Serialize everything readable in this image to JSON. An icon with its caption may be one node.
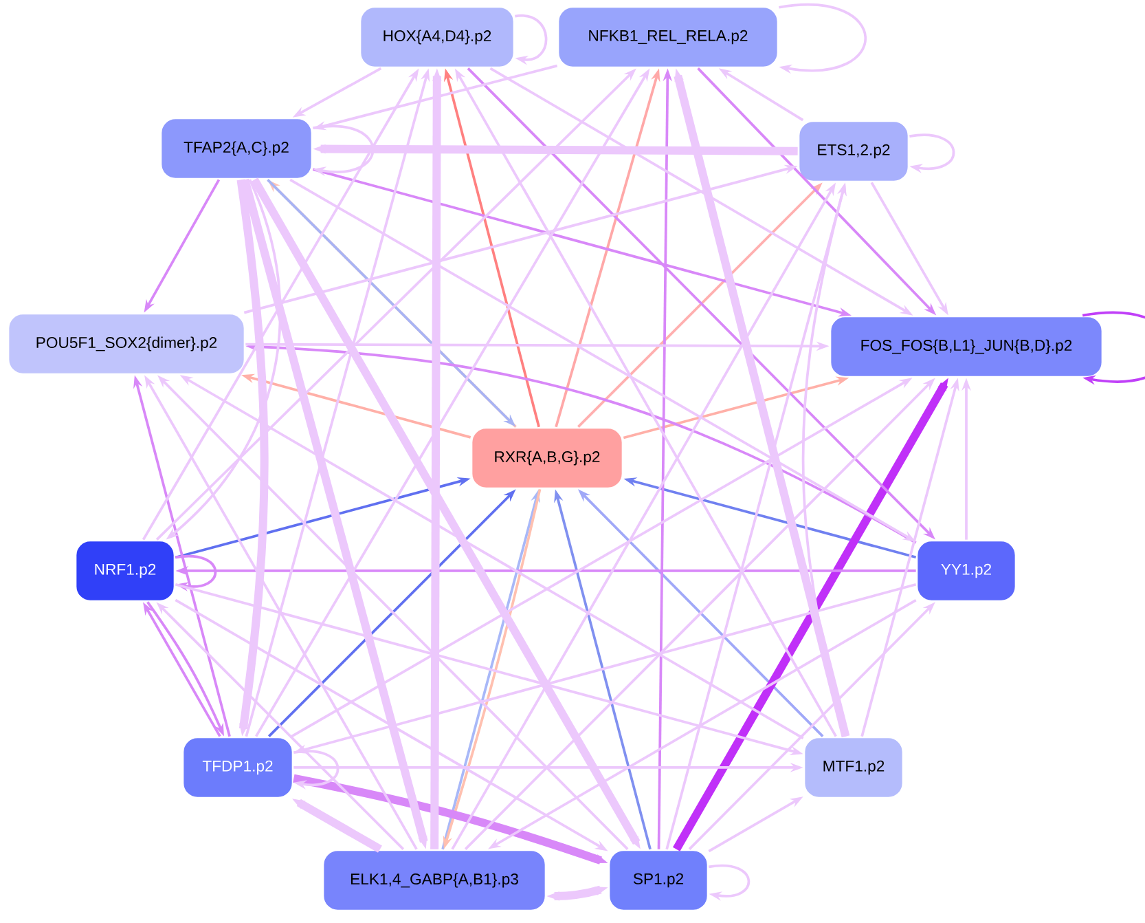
{
  "diagram": {
    "nodes": [
      {
        "text": [
          "HOX{A4,D4}.p2"
        ]
      },
      {
        "text": [
          "NFKB1_REL_RELA.p2"
        ]
      },
      {
        "text": [
          "TFAP2{A,C}.p2"
        ]
      },
      {
        "text": [
          "ETS1,2.p2"
        ]
      },
      {
        "text": [
          "POU5F1_SOX2{dimer}.p2"
        ]
      },
      {
        "text": [
          "FOS_FOS{B,L1}_JUN{B,D}.p2"
        ]
      },
      {
        "text": [
          "RXR{A,B,G}.p2"
        ]
      },
      {
        "text": [
          "NRF1.p2"
        ]
      },
      {
        "text": [
          "YY1.p2"
        ]
      },
      {
        "text": [
          "TFDP1.p2"
        ]
      },
      {
        "text": [
          "MTF1.p2"
        ]
      },
      {
        "text": [
          "ELK1,4_GABP{A,B1}.p3"
        ]
      },
      {
        "text": [
          "SP1.p2"
        ]
      }
    ],
    "edges": [
      {
        "from": 6,
        "to": 0,
        "arrow": "to",
        "color": "#ff8080"
      },
      {
        "from": 6,
        "to": 1,
        "arrow": "to",
        "color": "#ffa8a8"
      },
      {
        "from": 6,
        "to": 3,
        "arrow": "to",
        "color": "#ffb0b0"
      },
      {
        "from": 6,
        "to": 4,
        "arrow": "to",
        "color": "#ffb0a8"
      },
      {
        "from": 6,
        "to": 5,
        "arrow": "to",
        "color": "#ffb0a8"
      },
      {
        "from": 6,
        "to": 2,
        "arrow": "to",
        "color": "#ffc4b8"
      },
      {
        "from": 2,
        "to": 6,
        "arrow": "to",
        "color": "#a8b4f4"
      },
      {
        "from": 11,
        "to": 6,
        "arrow": "to",
        "color": "#a8b8f8"
      },
      {
        "from": 6,
        "to": 11,
        "arrow": "to",
        "color": "#ffc0b0"
      },
      {
        "from": 7,
        "to": 6,
        "arrow": "to",
        "color": "#6070f0"
      },
      {
        "from": 9,
        "to": 6,
        "arrow": "to",
        "color": "#6070f0"
      },
      {
        "from": 12,
        "to": 6,
        "arrow": "to",
        "color": "#8090f0"
      },
      {
        "from": 10,
        "to": 6,
        "arrow": "to",
        "color": "#a0a8f8"
      },
      {
        "from": 8,
        "to": 6,
        "arrow": "to",
        "color": "#7080f0"
      },
      {
        "from": 12,
        "to": 5,
        "arrow": "to",
        "style": "thick",
        "color": "#c030f8"
      },
      {
        "from": 2,
        "to": 4,
        "arrow": "to",
        "color": "#d888f8"
      },
      {
        "from": 8,
        "to": 4,
        "arrow": "to",
        "color": "#d888f8"
      },
      {
        "from": 2,
        "to": 5,
        "arrow": "to",
        "color": "#d888f8"
      },
      {
        "from": 12,
        "to": 1,
        "arrow": "to",
        "color": "#d888f8"
      },
      {
        "from": 8,
        "to": 7,
        "arrow": "to",
        "color": "#d888f8"
      },
      {
        "from": 9,
        "to": 7,
        "arrow": "to",
        "color": "#d888f8"
      },
      {
        "from": 7,
        "to": 9,
        "arrow": "to",
        "color": "#d888f8"
      },
      {
        "from": 9,
        "to": 4,
        "arrow": "to",
        "color": "#d888f8"
      },
      {
        "from": 0,
        "to": 8,
        "arrow": "to",
        "color": "#d888f8"
      },
      {
        "from": 1,
        "to": 5,
        "arrow": "to",
        "color": "#d888f8"
      },
      {
        "from": 9,
        "to": 12,
        "arrow": "to",
        "style": "thick",
        "color": "#d888f8"
      },
      {
        "from": 0,
        "to": 0,
        "arrow": "to"
      },
      {
        "from": 1,
        "to": 1,
        "arrow": "to"
      },
      {
        "from": 2,
        "to": 2,
        "arrow": "to"
      },
      {
        "from": 3,
        "to": 3,
        "arrow": "to"
      },
      {
        "from": 5,
        "to": 5,
        "arrow": "to",
        "color": "#c040f8"
      },
      {
        "from": 7,
        "to": 7,
        "arrow": "to",
        "color": "#d888f8"
      },
      {
        "from": 9,
        "to": 9,
        "arrow": "to"
      },
      {
        "from": 12,
        "to": 12,
        "arrow": "to"
      },
      {
        "from": 0,
        "to": 2,
        "arrow": "to"
      },
      {
        "from": 1,
        "to": 2,
        "arrow": "to"
      },
      {
        "from": 3,
        "to": 2,
        "arrow": "to",
        "style": "thick"
      },
      {
        "from": 3,
        "to": 1,
        "arrow": "to"
      },
      {
        "from": 3,
        "to": 5,
        "arrow": "to"
      },
      {
        "from": 0,
        "to": 5,
        "arrow": "to"
      },
      {
        "from": 2,
        "to": 9,
        "arrow": "to",
        "style": "thick"
      },
      {
        "from": 2,
        "to": 11,
        "arrow": "to",
        "style": "thick"
      },
      {
        "from": 2,
        "to": 12,
        "arrow": "to",
        "style": "thick"
      },
      {
        "from": 2,
        "to": 7,
        "arrow": "to"
      },
      {
        "from": 2,
        "to": 8,
        "arrow": "to"
      },
      {
        "from": 7,
        "to": 1,
        "arrow": "to"
      },
      {
        "from": 7,
        "to": 0,
        "arrow": "to"
      },
      {
        "from": 9,
        "to": 0,
        "arrow": "to"
      },
      {
        "from": 9,
        "to": 1,
        "arrow": "to"
      },
      {
        "from": 9,
        "to": 5,
        "arrow": "to"
      },
      {
        "from": 9,
        "to": 10,
        "arrow": "to"
      },
      {
        "from": 11,
        "to": 12,
        "arrow": "both",
        "style": "thick"
      },
      {
        "from": 11,
        "to": 9,
        "arrow": "to",
        "style": "thick"
      },
      {
        "from": 11,
        "to": 4,
        "arrow": "to"
      },
      {
        "from": 11,
        "to": 7,
        "arrow": "to"
      },
      {
        "from": 11,
        "to": 0,
        "arrow": "to",
        "style": "thick"
      },
      {
        "from": 11,
        "to": 3,
        "arrow": "to"
      },
      {
        "from": 11,
        "to": 5,
        "arrow": "to"
      },
      {
        "from": 12,
        "to": 3,
        "arrow": "to"
      },
      {
        "from": 12,
        "to": 10,
        "arrow": "to"
      },
      {
        "from": 12,
        "to": 8,
        "arrow": "to"
      },
      {
        "from": 12,
        "to": 4,
        "arrow": "to"
      },
      {
        "from": 10,
        "to": 1,
        "arrow": "to",
        "style": "thick"
      },
      {
        "from": 10,
        "to": 0,
        "arrow": "to"
      },
      {
        "from": 10,
        "to": 3,
        "arrow": "to"
      },
      {
        "from": 10,
        "to": 5,
        "arrow": "to"
      },
      {
        "from": 10,
        "to": 4,
        "arrow": "to"
      },
      {
        "from": 8,
        "to": 5,
        "arrow": "to"
      },
      {
        "from": 8,
        "to": 11,
        "arrow": "to"
      },
      {
        "from": 8,
        "to": 9,
        "arrow": "to"
      },
      {
        "from": 7,
        "to": 12,
        "arrow": "to"
      },
      {
        "from": 7,
        "to": 10,
        "arrow": "to"
      },
      {
        "from": 4,
        "to": 5,
        "arrow": "to"
      },
      {
        "from": 4,
        "to": 3,
        "arrow": "to"
      }
    ]
  }
}
